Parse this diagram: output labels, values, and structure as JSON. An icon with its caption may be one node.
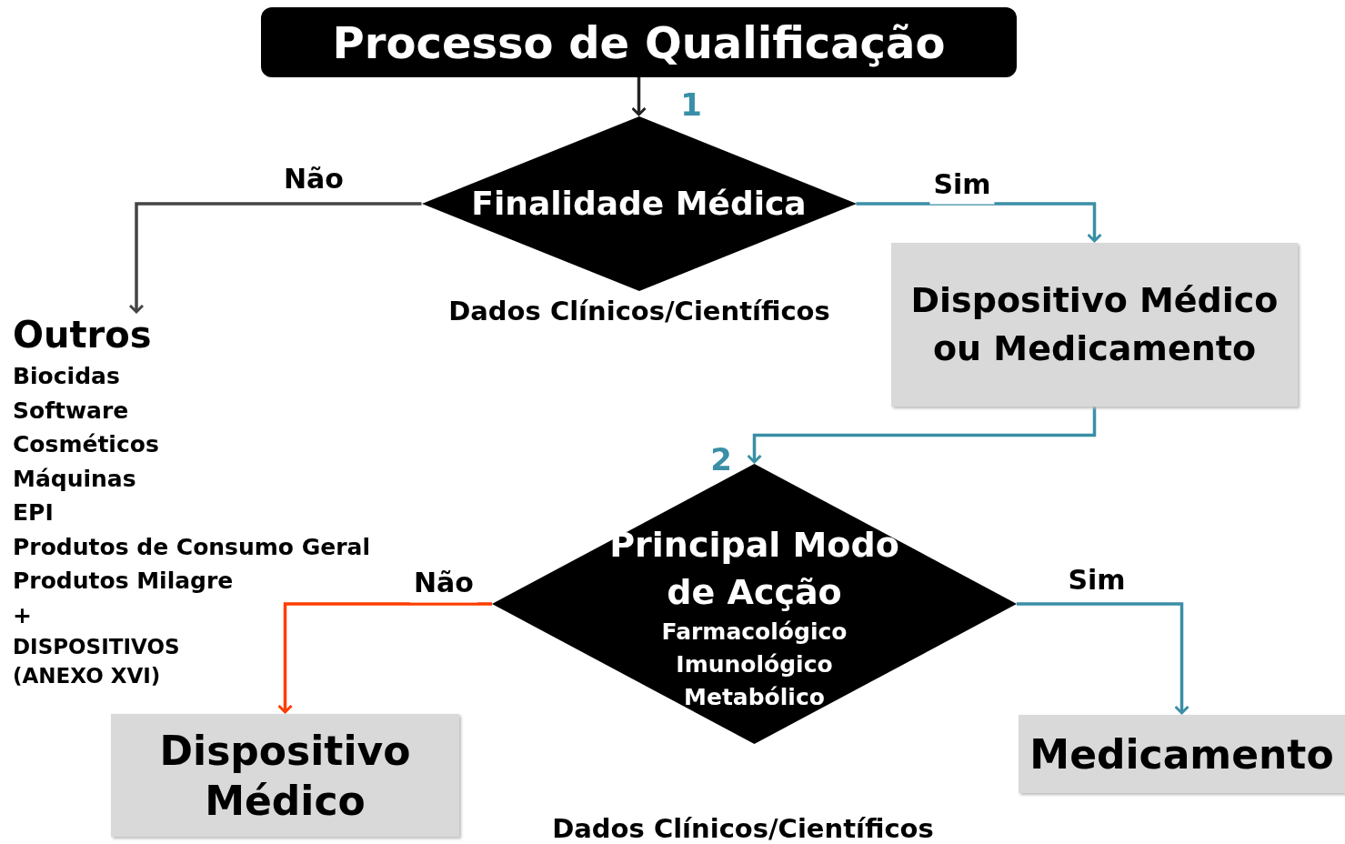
{
  "diagram": {
    "nodes": [
      {
        "text": [
          "Processo de Qualificação"
        ]
      },
      {
        "text": [
          "Finalidade Médica"
        ]
      },
      {
        "text": [
          "Dispositivo Médico ou Medicamento"
        ]
      },
      {
        "text": [
          "Outros",
          "Biocidas",
          "Software",
          "Cosméticos",
          "Máquinas",
          "EPI",
          "Produtos de Consumo Geral",
          "Produtos Milagre",
          "+",
          "DISPOSITIVOS (ANEXO XVI)"
        ]
      },
      {
        "text": [
          "Principal Modo de Acção",
          "Farmacológico",
          "Imunológico",
          "Metabólico"
        ]
      },
      {
        "text": [
          "Dispositivo Médico"
        ]
      },
      {
        "text": [
          "Medicamento"
        ]
      }
    ],
    "edges": [
      {
        "from": 0,
        "to": 1,
        "arrow": "to",
        "color": "#222222"
      },
      {
        "from": 1,
        "to": 3,
        "arrow": "to",
        "label": "Não",
        "color": "#444444"
      },
      {
        "from": 1,
        "to": 2,
        "arrow": "to",
        "label": "Sim",
        "color": "#3a8fa6"
      },
      {
        "from": 2,
        "to": 4,
        "arrow": "to",
        "color": "#3a8fa6"
      },
      {
        "from": 4,
        "to": 5,
        "arrow": "to",
        "label": "Não",
        "color": "#ff3c00"
      },
      {
        "from": 4,
        "to": 6,
        "arrow": "to",
        "label": "Sim",
        "color": "#3a8fa6"
      }
    ],
    "labels": [
      "1",
      "Dados Clínicos/Científicos",
      "2",
      "Dados Clínicos/Científicos"
    ]
  }
}
